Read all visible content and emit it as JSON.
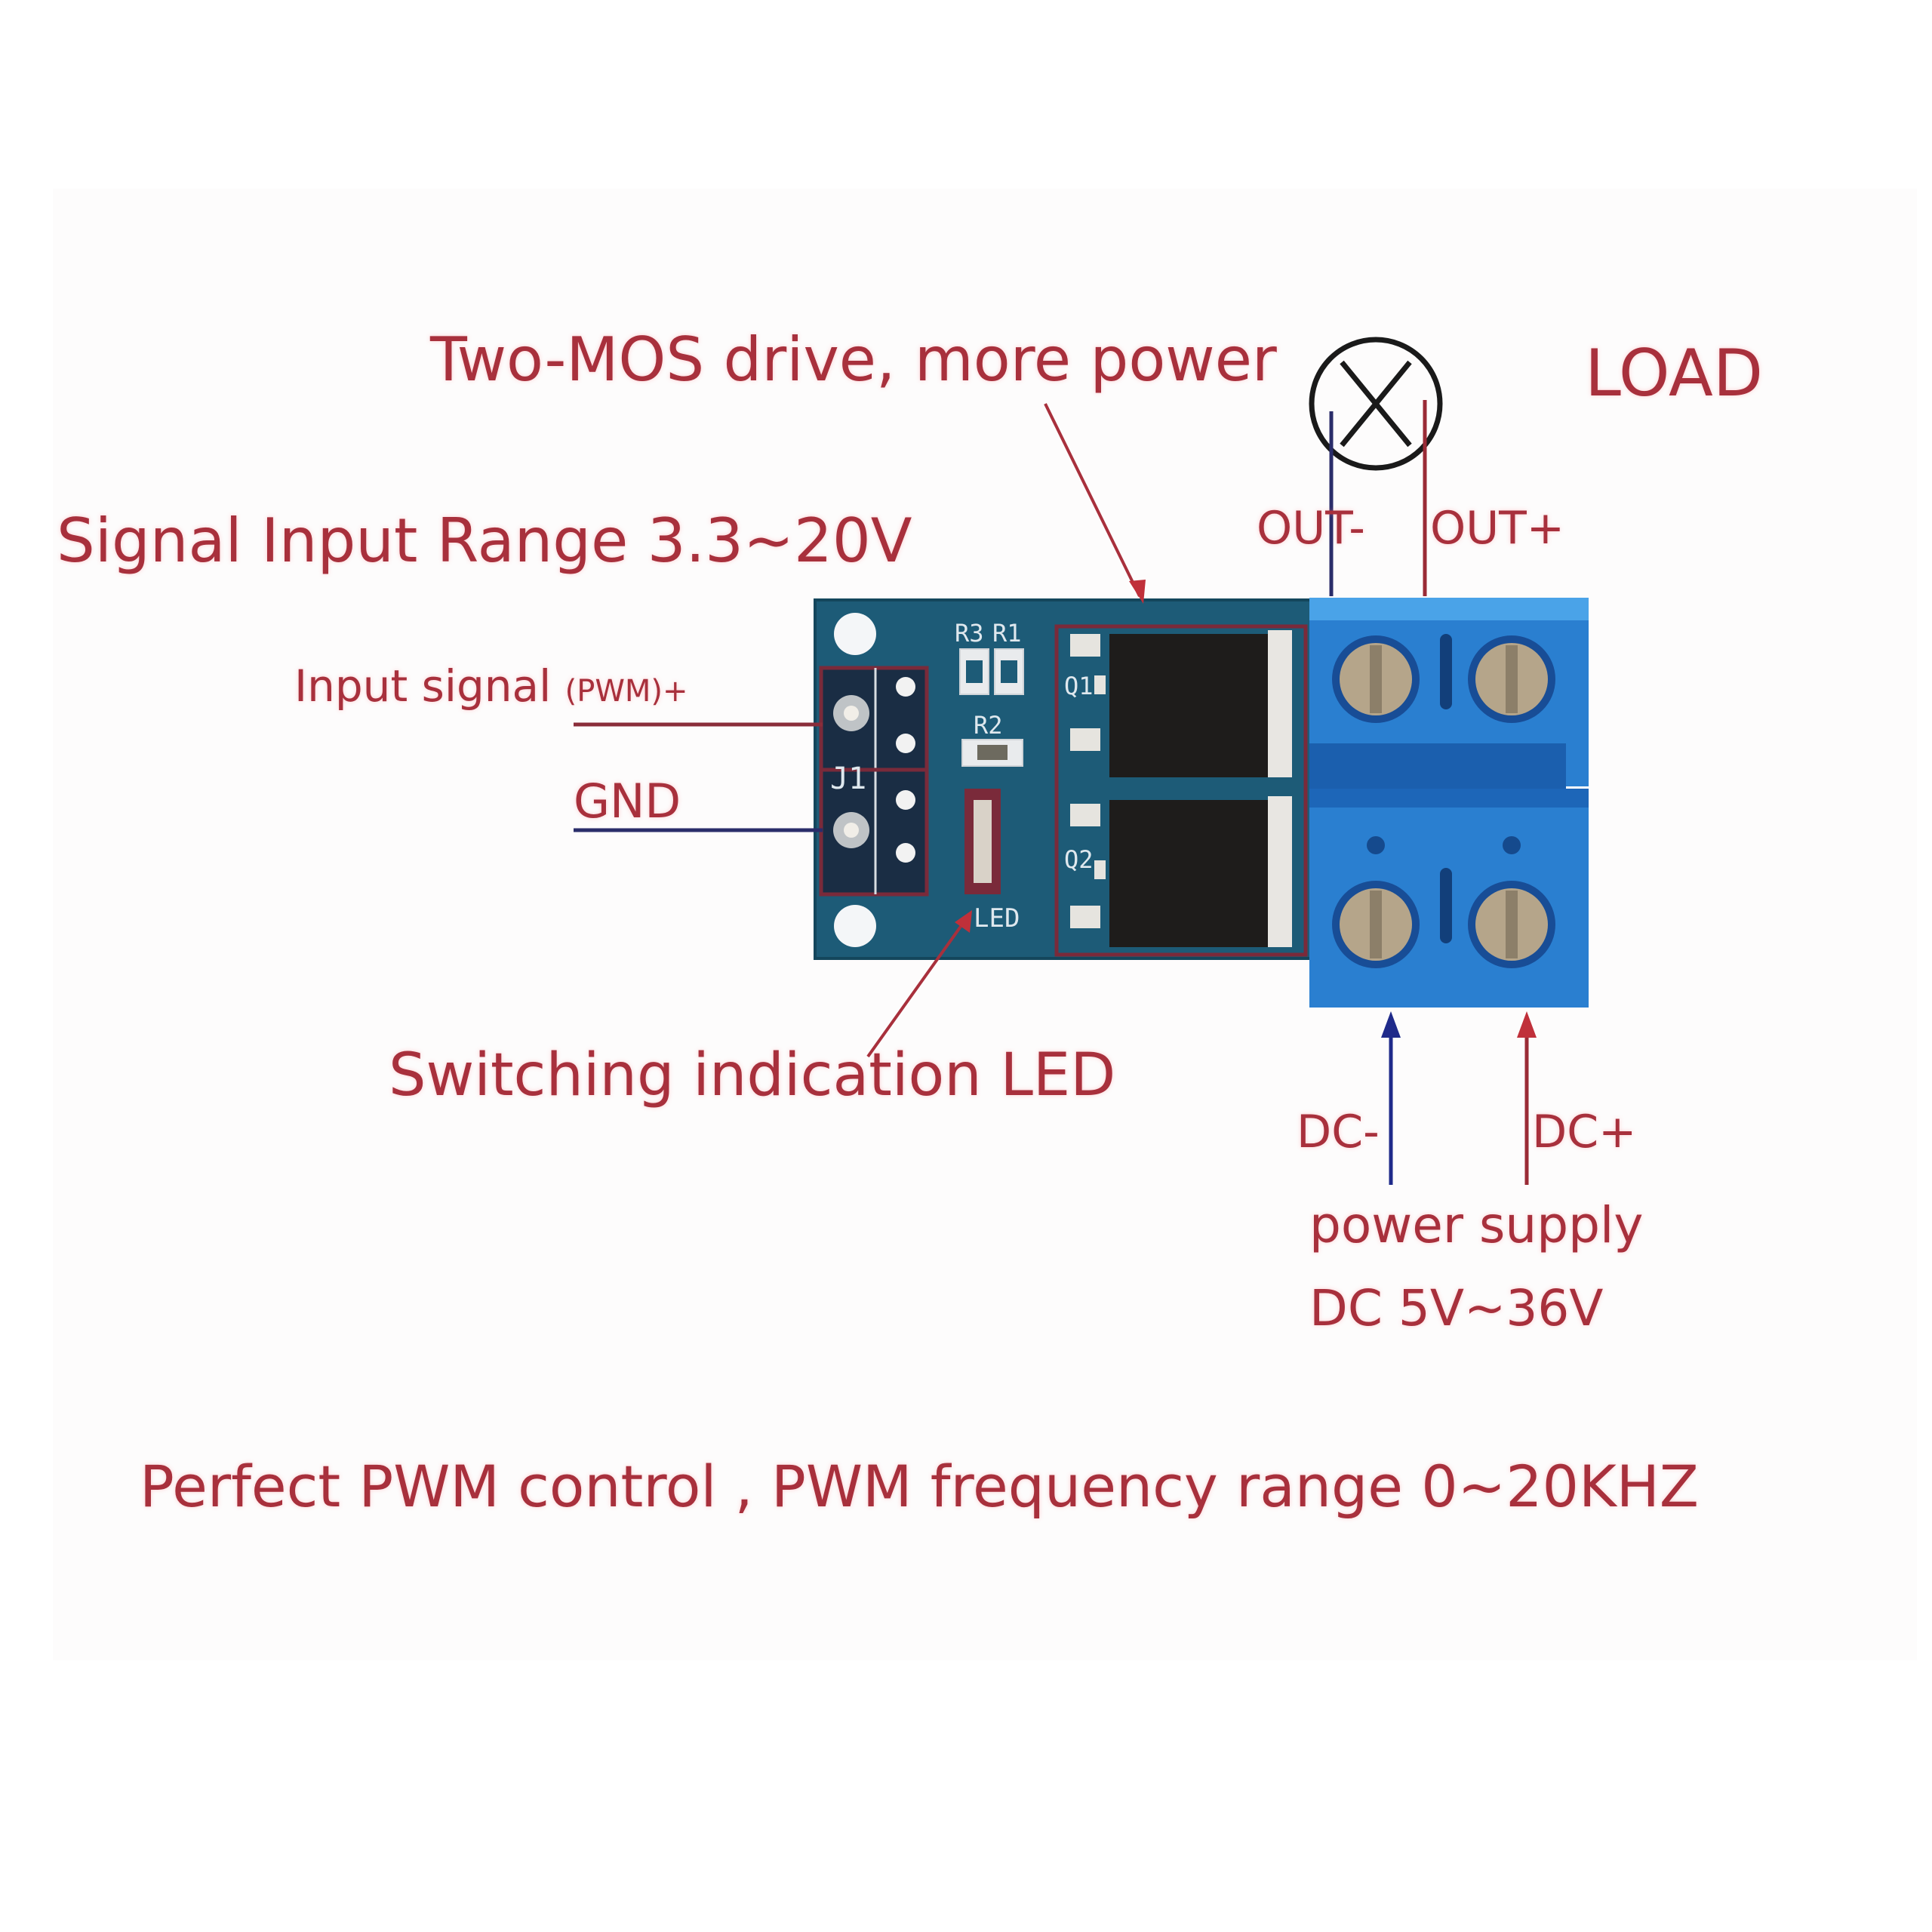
{
  "diagram": {
    "title_top": "Two-MOS drive, more power",
    "signal_range": "Signal Input Range  3.3~20V",
    "load_label": "LOAD",
    "out_minus": "OUT-",
    "out_plus": "OUT+",
    "input_signal": "Input signal",
    "input_signal_suffix": "(PWM)+",
    "gnd": "GND",
    "led_callout": "Switching indication LED",
    "dc_minus": "DC-",
    "dc_plus": "DC+",
    "power_supply": "power supply",
    "power_range": "DC 5V~36V",
    "footer": "Perfect PWM control , PWM frequency range 0~20KHZ"
  },
  "board": {
    "silkscreen": {
      "r3": "R3",
      "r1": "R1",
      "r2": "R2",
      "j1": "J1",
      "q1": "Q1",
      "q2": "Q2",
      "led": "LED"
    }
  },
  "colors": {
    "label_red": "#a8303c",
    "wire_blue": "#1f2a8a",
    "wire_red": "#c0303a",
    "pcb": "#1d5b77",
    "terminal_blue": "#2a7fd0"
  }
}
